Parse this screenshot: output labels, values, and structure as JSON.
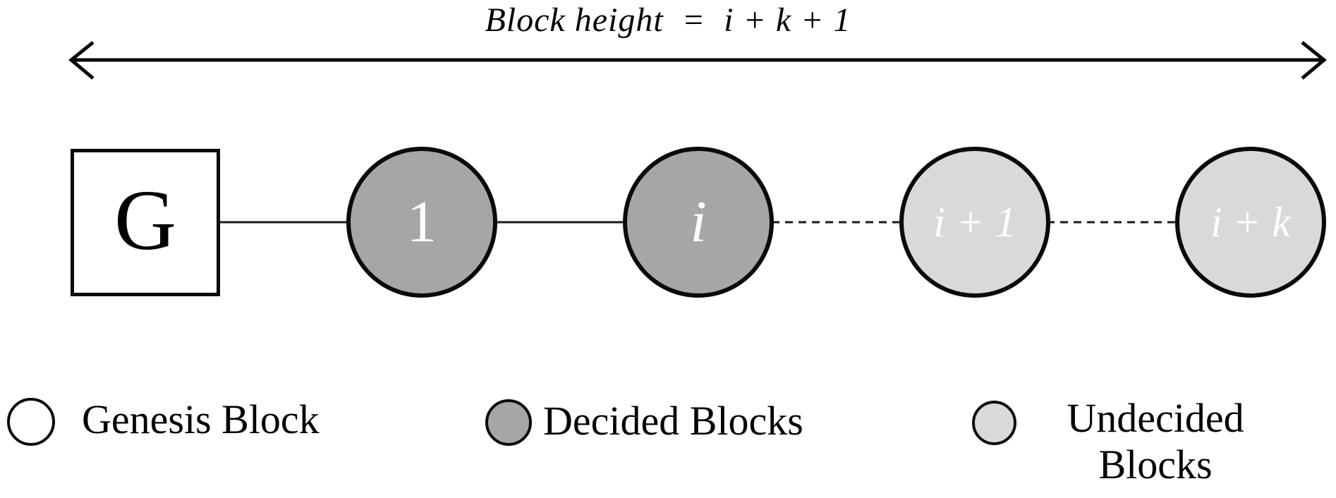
{
  "title": "Block height  =  i + k + 1",
  "chain": {
    "genesis": {
      "label": "G"
    },
    "blocks": [
      {
        "label": "1"
      },
      {
        "label": "i"
      },
      {
        "label": "i + 1"
      },
      {
        "label": "i + k"
      }
    ]
  },
  "legend": [
    {
      "label": "Genesis Block"
    },
    {
      "label": "Decided Blocks"
    },
    {
      "label": "Undecided Blocks"
    }
  ],
  "colors": {
    "genesis_fill": "#ffffff",
    "decided_fill": "#a6a6a6",
    "undecided_fill": "#d9d9d9",
    "stroke": "#000000",
    "block_label": "#ffffff"
  }
}
